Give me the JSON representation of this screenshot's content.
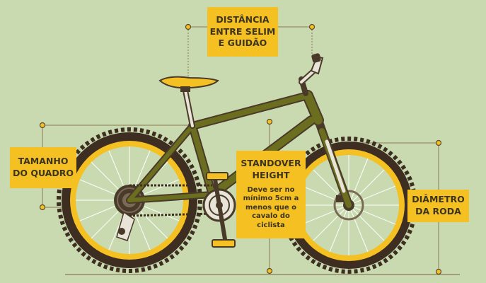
{
  "labels": {
    "seat_handlebar": [
      "DISTÂNCIA",
      "ENTRE SELIM",
      "E GUIDÃO"
    ],
    "frame_size": [
      "TAMANHO",
      "DO QUADRO"
    ],
    "standover_title": [
      "STANDOVER",
      "HEIGHT"
    ],
    "standover_note": [
      "Deve ser no",
      "mínimo 5cm a",
      "menos que o",
      "cavalo do",
      "ciclista"
    ],
    "wheel_diameter": [
      "DIÂMETRO",
      "DA RODA"
    ]
  },
  "colors": {
    "background": "#c9dab0",
    "label_fill": "#f4c022",
    "label_text": "#3d3522",
    "frame": "#6b6e1f",
    "frame_outline": "#4a3a2a",
    "tire": "#3e2e22",
    "rim": "#f4c022",
    "measure_line": "#8a7a55"
  },
  "icons": [
    "bicycle-illustration",
    "saddle-icon",
    "handlebar-icon",
    "chainring-icon",
    "cassette-icon",
    "disc-brake-icon",
    "pedal-icon"
  ]
}
